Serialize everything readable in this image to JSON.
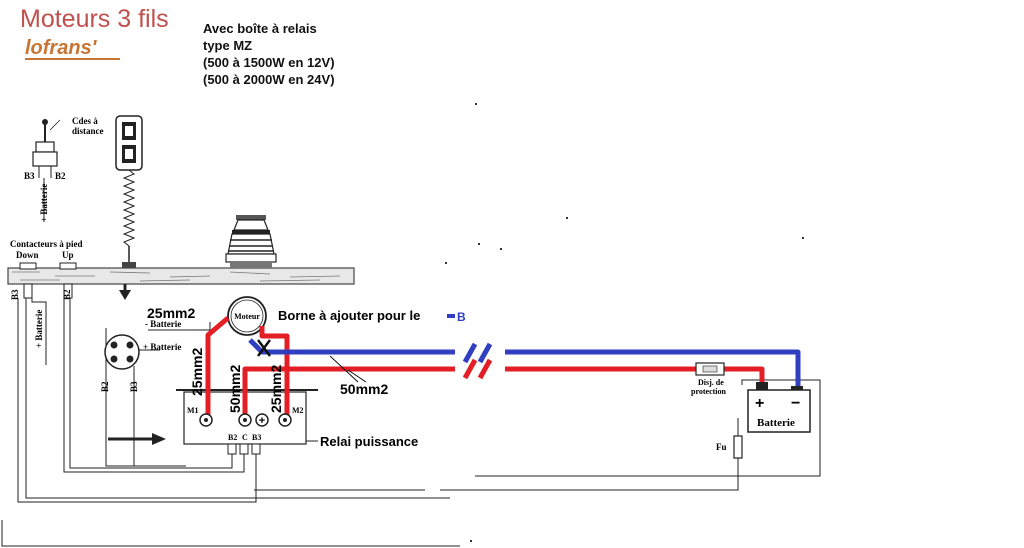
{
  "header": {
    "title": "Moteurs 3 fils",
    "brand": "lofrans'",
    "subtitle_lines": [
      "Avec boîte à relais",
      "type MZ",
      "(500 à 1500W en 12V)",
      "(500 à 2000W en 24V)"
    ]
  },
  "switch": {
    "label_lines": [
      "Cdes à",
      "distance"
    ],
    "left_terminal": "B3",
    "right_terminal": "B2",
    "supply_label": "+ Batterie"
  },
  "foot": {
    "title": "Contacteurs à pied",
    "down": "Down",
    "up": "Up",
    "left_terminal": "B3",
    "right_terminal": "B2",
    "supply_label": "+ Batterie"
  },
  "socket": {
    "minus_label": "- Batterie",
    "plus_label": "+ Batterie",
    "left_terminal": "B2",
    "right_terminal": "B3"
  },
  "motor": {
    "label": "Moteur",
    "note": "Borne  à ajouter pour le",
    "note_suffix": "B"
  },
  "relay": {
    "m1": "M1",
    "m2": "M2",
    "plus_symbol": "+",
    "bottom_terminals": [
      "B2",
      "C",
      "B3"
    ],
    "label": "Relai puissance"
  },
  "cables": {
    "top_left": "25mm2",
    "vertical_left": "25mm2",
    "vertical_mid": "50mm2",
    "vertical_right": "25mm2",
    "main": "50mm2"
  },
  "battery": {
    "label": "Batterie",
    "plus": "+",
    "minus": "−",
    "breaker_lines": [
      "Disj. de",
      "protection"
    ],
    "fuse": "Fu"
  },
  "colors": {
    "positive_wire": "#e31e24",
    "negative_wire": "#2f3fbf",
    "title": "#c0504d",
    "brand": "#c87533"
  }
}
